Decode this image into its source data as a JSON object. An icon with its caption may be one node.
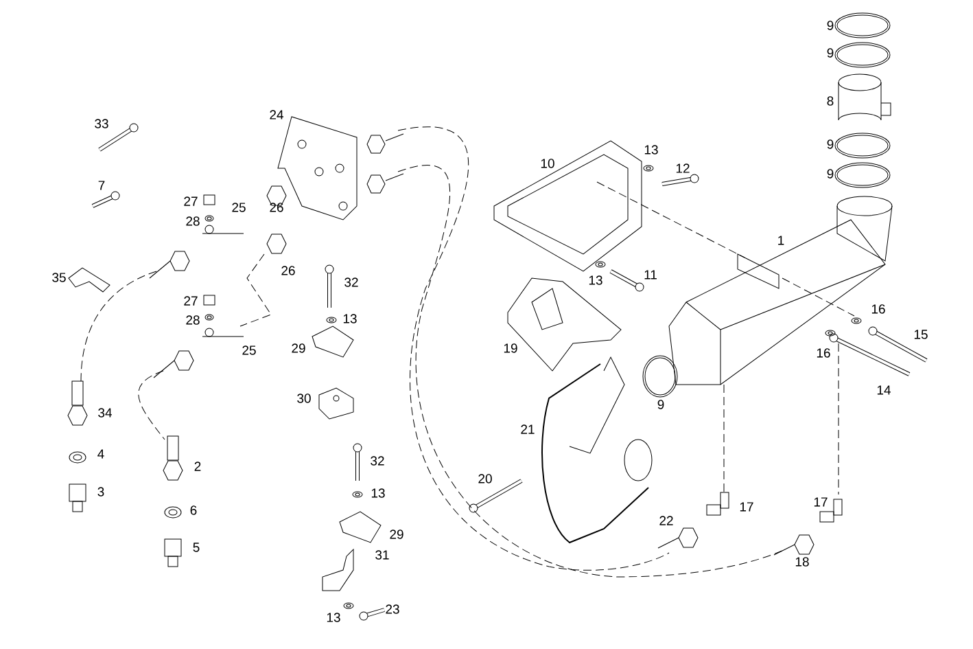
{
  "diagram": {
    "labels": [
      "9",
      "9",
      "8",
      "24",
      "33",
      "9",
      "13",
      "10",
      "12",
      "9",
      "7",
      "27",
      "25",
      "26",
      "28",
      "1",
      "35",
      "26",
      "11",
      "13",
      "32",
      "27",
      "16",
      "13",
      "28",
      "15",
      "19",
      "29",
      "25",
      "16",
      "14",
      "30",
      "9",
      "34",
      "21",
      "4",
      "32",
      "2",
      "20",
      "3",
      "13",
      "17",
      "17",
      "6",
      "22",
      "29",
      "5",
      "31",
      "18",
      "23",
      "13"
    ]
  }
}
